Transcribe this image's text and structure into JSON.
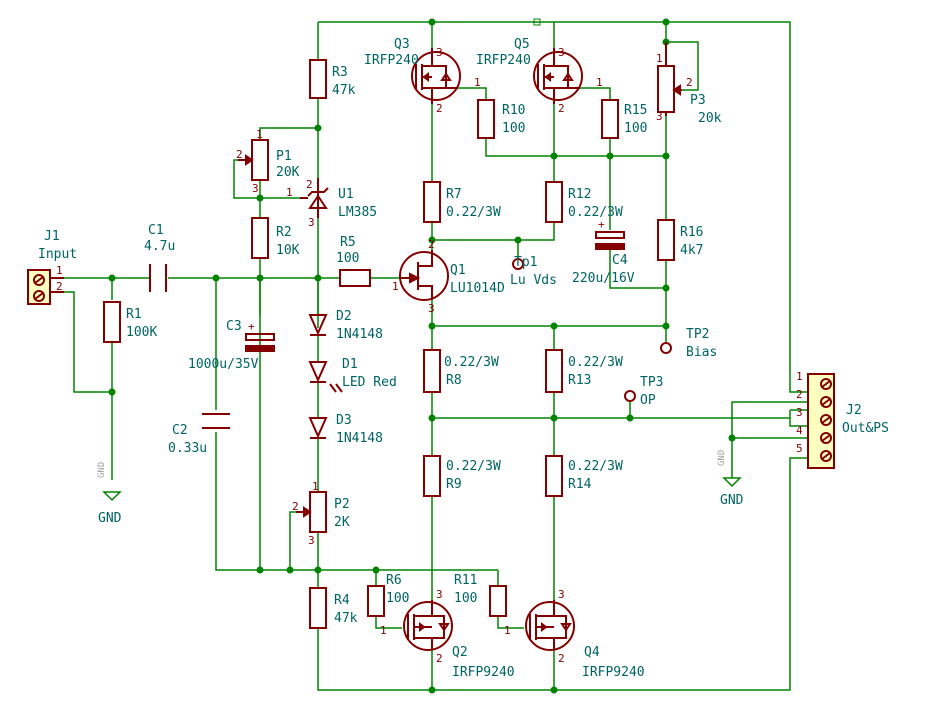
{
  "components": {
    "J1": {
      "ref": "J1",
      "value": "Input",
      "pins": [
        "1",
        "2"
      ]
    },
    "J2": {
      "ref": "J2",
      "value": "Out&PS",
      "pins": [
        "1",
        "2",
        "3",
        "4",
        "5"
      ]
    },
    "C1": {
      "ref": "C1",
      "value": "4.7u"
    },
    "C2": {
      "ref": "C2",
      "value": "0.33u"
    },
    "C3": {
      "ref": "C3",
      "value": "1000u/35V",
      "polarity": "+"
    },
    "C4": {
      "ref": "C4",
      "value": "220u/16V",
      "polarity": "+"
    },
    "R1": {
      "ref": "R1",
      "value": "100K"
    },
    "R2": {
      "ref": "R2",
      "value": "10K"
    },
    "R3": {
      "ref": "R3",
      "value": "47k"
    },
    "R4": {
      "ref": "R4",
      "value": "47k"
    },
    "R5": {
      "ref": "R5",
      "value": "100"
    },
    "R6": {
      "ref": "R6",
      "value": "100"
    },
    "R7": {
      "ref": "R7",
      "value": "0.22/3W"
    },
    "R8": {
      "ref": "R8",
      "value": "0.22/3W"
    },
    "R9": {
      "ref": "R9",
      "value": "0.22/3W"
    },
    "R10": {
      "ref": "R10",
      "value": "100"
    },
    "R11": {
      "ref": "R11",
      "value": "100"
    },
    "R12": {
      "ref": "R12",
      "value": "0.22/3W"
    },
    "R13": {
      "ref": "R13",
      "value": "0.22/3W"
    },
    "R14": {
      "ref": "R14",
      "value": "0.22/3W"
    },
    "R15": {
      "ref": "R15",
      "value": "100"
    },
    "R16": {
      "ref": "R16",
      "value": "4k7"
    },
    "P1": {
      "ref": "P1",
      "value": "20K"
    },
    "P2": {
      "ref": "P2",
      "value": "2K"
    },
    "P3": {
      "ref": "P3",
      "value": "20k"
    },
    "U1": {
      "ref": "U1",
      "value": "LM385"
    },
    "D1": {
      "ref": "D1",
      "value": "LED Red"
    },
    "D2": {
      "ref": "D2",
      "value": "1N4148"
    },
    "D3": {
      "ref": "D3",
      "value": "1N4148"
    },
    "Q1": {
      "ref": "Q1",
      "value": "LU1014D"
    },
    "Q2": {
      "ref": "Q2",
      "value": "IRFP9240"
    },
    "Q3": {
      "ref": "Q3",
      "value": "IRFP240"
    },
    "Q4": {
      "ref": "Q4",
      "value": "IRFP9240"
    },
    "Q5": {
      "ref": "Q5",
      "value": "IRFP240"
    },
    "TP1": {
      "ref": "Tp1",
      "value": "Lu Vds"
    },
    "TP2": {
      "ref": "TP2",
      "value": "Bias"
    },
    "TP3": {
      "ref": "TP3",
      "value": "OP"
    }
  },
  "gnd": {
    "label": "GND",
    "pin_text": "GND"
  },
  "colors": {
    "wire": "#008400",
    "component": "#840000",
    "text": "#006464",
    "junction": "#008400"
  }
}
